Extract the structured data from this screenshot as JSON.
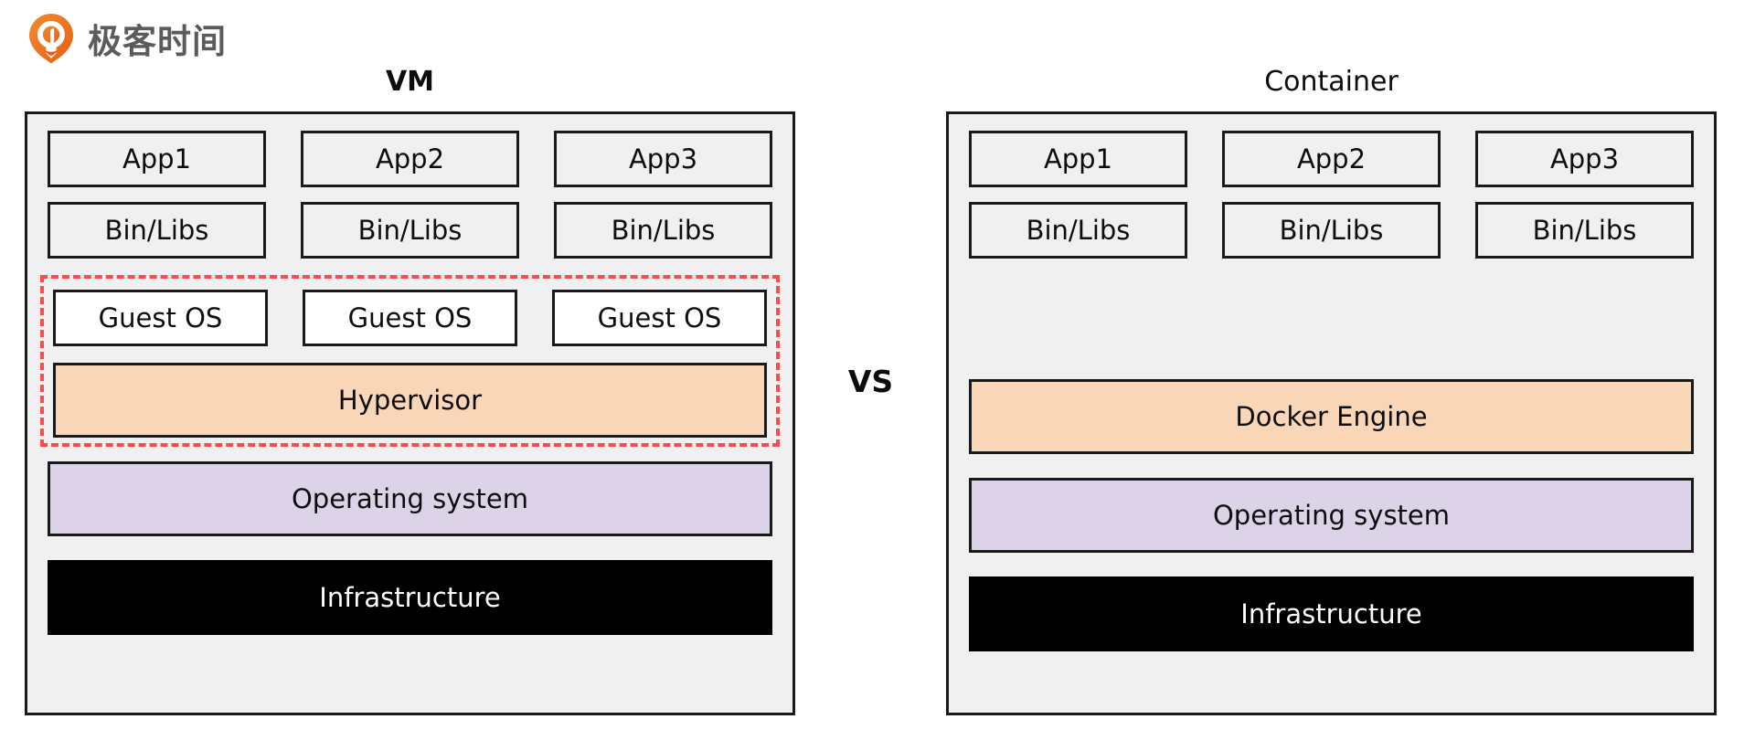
{
  "brand": {
    "logo_icon": "geekbang-drop-logo-icon",
    "name": "极客时间",
    "logo_color": "#ee6a22"
  },
  "diagram": {
    "vs_label": "VS",
    "colors": {
      "panel_bg": "#f0f0f0",
      "cell_bg": "#f0f0f0",
      "guest_os_bg": "#ffffff",
      "engine_bg": "#fad6b8",
      "os_bg": "#dcd3e8",
      "infra_bg": "#000000",
      "border": "#1a1a1a",
      "highlight": "#fc4b4b"
    },
    "columns": [
      {
        "id": "vm",
        "title": "VM",
        "title_bold": true,
        "apps": [
          "App1",
          "App2",
          "App3"
        ],
        "binlibs": [
          "Bin/Libs",
          "Bin/Libs",
          "Bin/Libs"
        ],
        "guest_os": [
          "Guest OS",
          "Guest OS",
          "Guest OS"
        ],
        "engine": "Hypervisor",
        "operating_system": "Operating system",
        "infrastructure": "Infrastructure",
        "highlighted": true
      },
      {
        "id": "container",
        "title": "Container",
        "title_bold": false,
        "apps": [
          "App1",
          "App2",
          "App3"
        ],
        "binlibs": [
          "Bin/Libs",
          "Bin/Libs",
          "Bin/Libs"
        ],
        "engine": "Docker Engine",
        "operating_system": "Operating system",
        "infrastructure": "Infrastructure",
        "highlighted": false
      }
    ]
  }
}
